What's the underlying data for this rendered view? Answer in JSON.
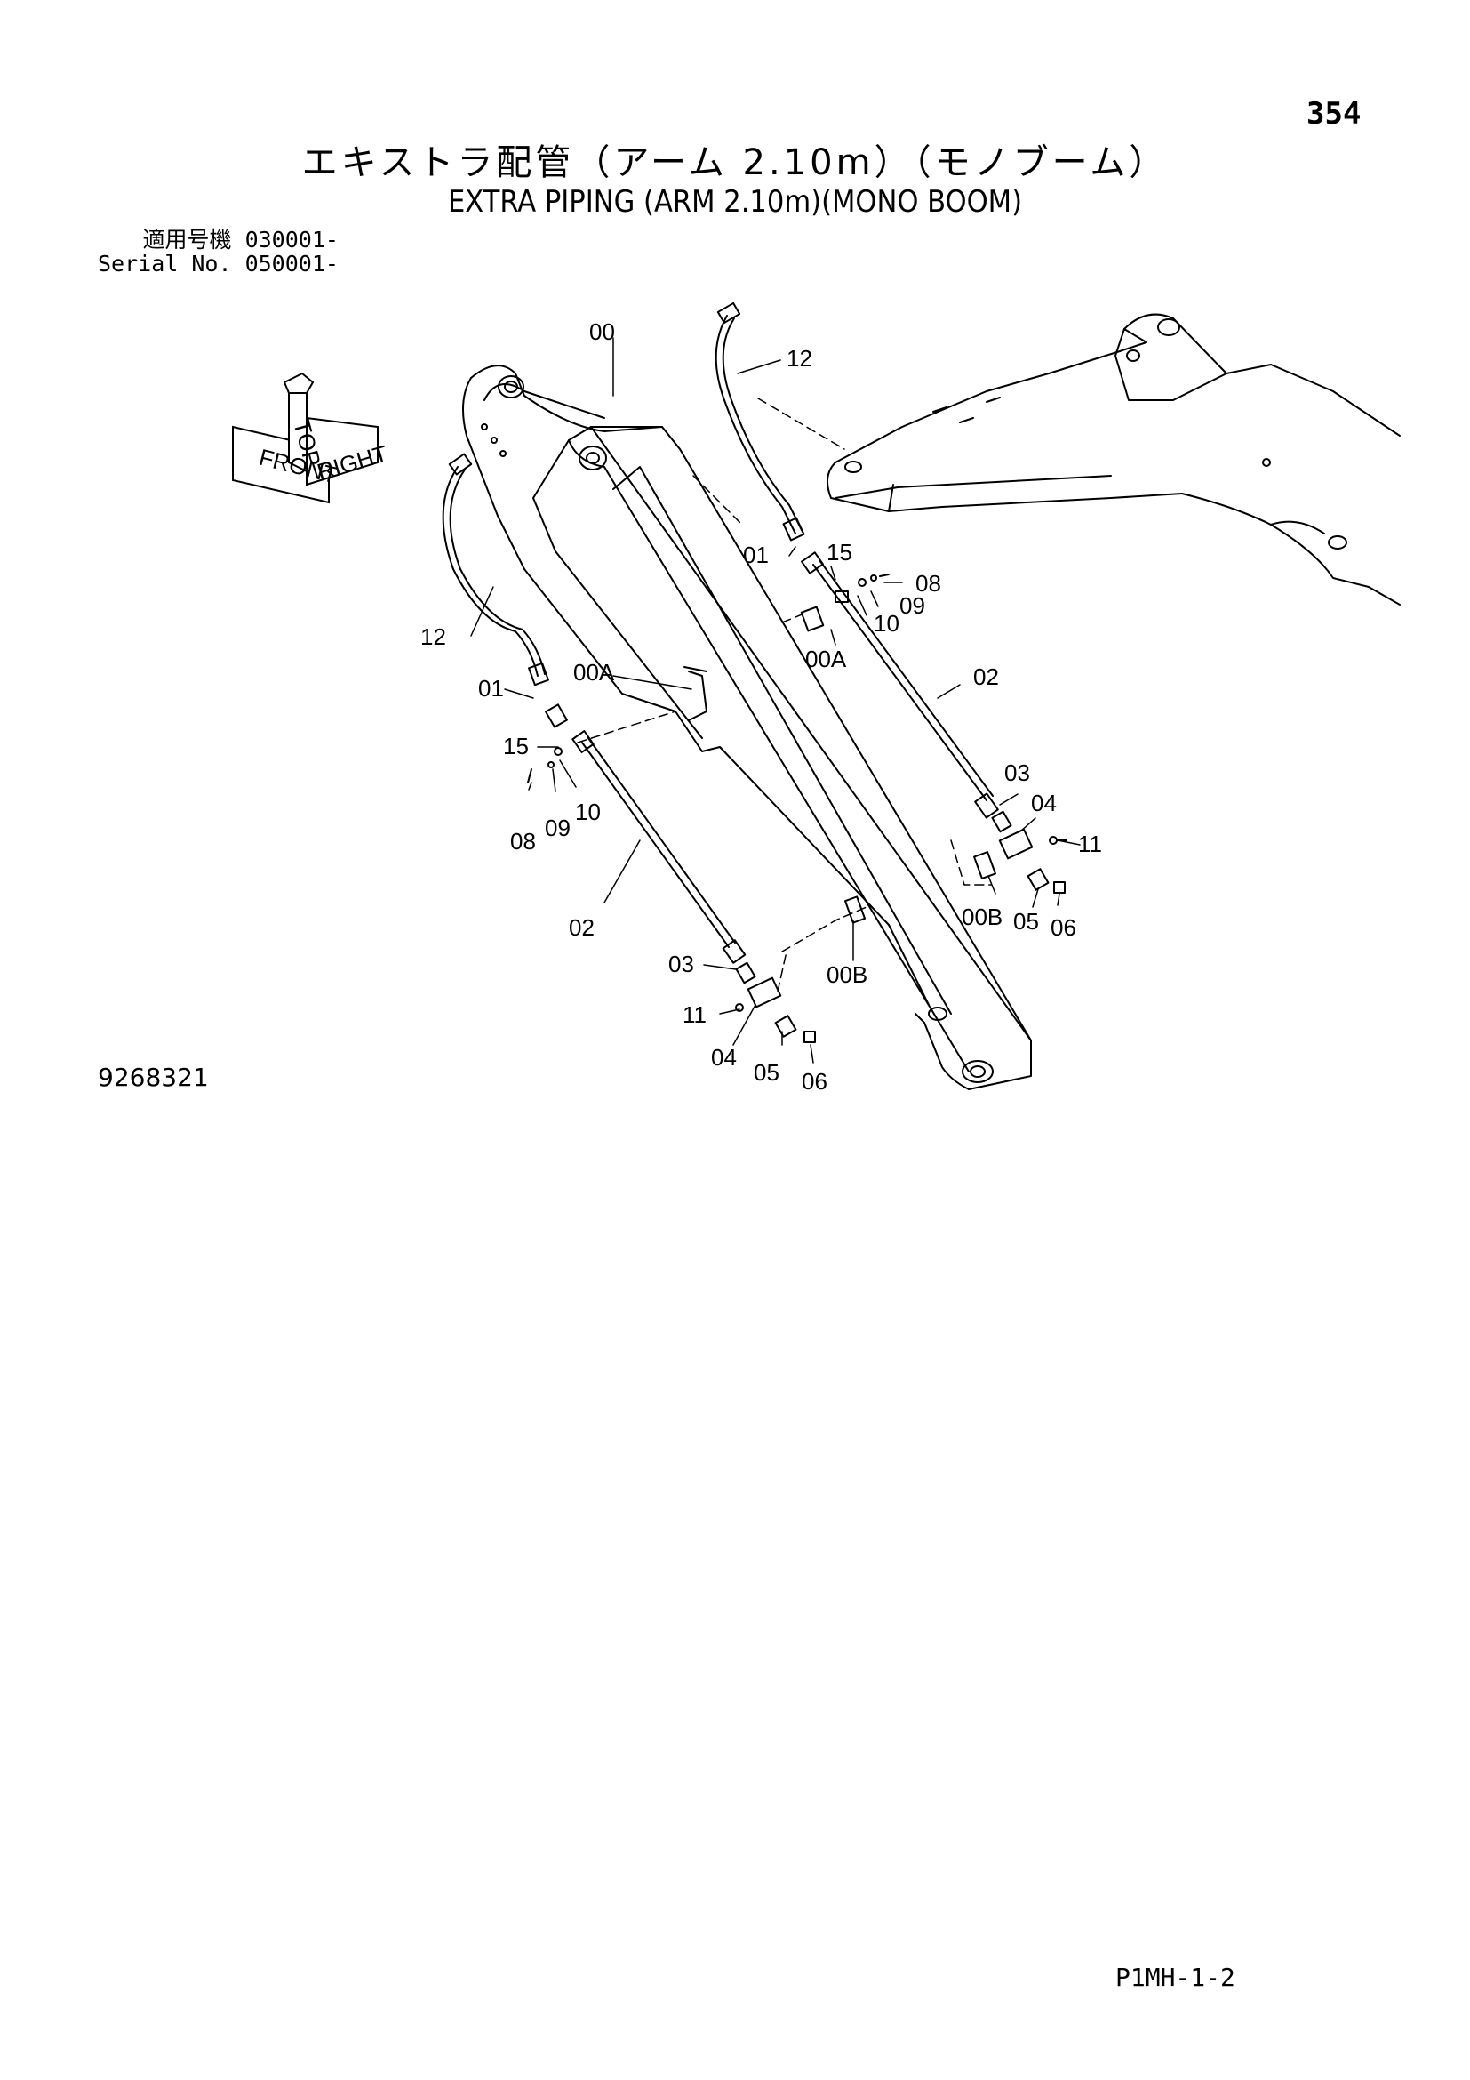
{
  "page_number": "354",
  "title_jp": "エキストラ配管（アーム 2.10m）（モノブーム）",
  "title_en": "EXTRA PIPING (ARM 2.10m)(MONO BOOM)",
  "applicable_label_jp": "適用号機",
  "applicable_value": "030001-",
  "serial_label": "Serial No.",
  "serial_value": "050001-",
  "drawing_number": "9268321",
  "footer_code": "P1MH-1-2",
  "orientation": {
    "top": "TOP",
    "front": "FRONT",
    "right": "RIGHT"
  },
  "callouts": {
    "c00": "00",
    "c12a": "12",
    "c12b": "12",
    "c01a": "01",
    "c01b": "01",
    "c15a": "15",
    "c15b": "15",
    "c08a": "08",
    "c08b": "08",
    "c09a": "09",
    "c09b": "09",
    "c10a": "10",
    "c10b": "10",
    "c00Aa": "00A",
    "c00Ab": "00A",
    "c02a": "02",
    "c02b": "02",
    "c03a": "03",
    "c03b": "03",
    "c04a": "04",
    "c04b": "04",
    "c11a": "11",
    "c11b": "11",
    "c00Ba": "00B",
    "c00Bb": "00B",
    "c05a": "05",
    "c05b": "05",
    "c06a": "06",
    "c06b": "06"
  }
}
